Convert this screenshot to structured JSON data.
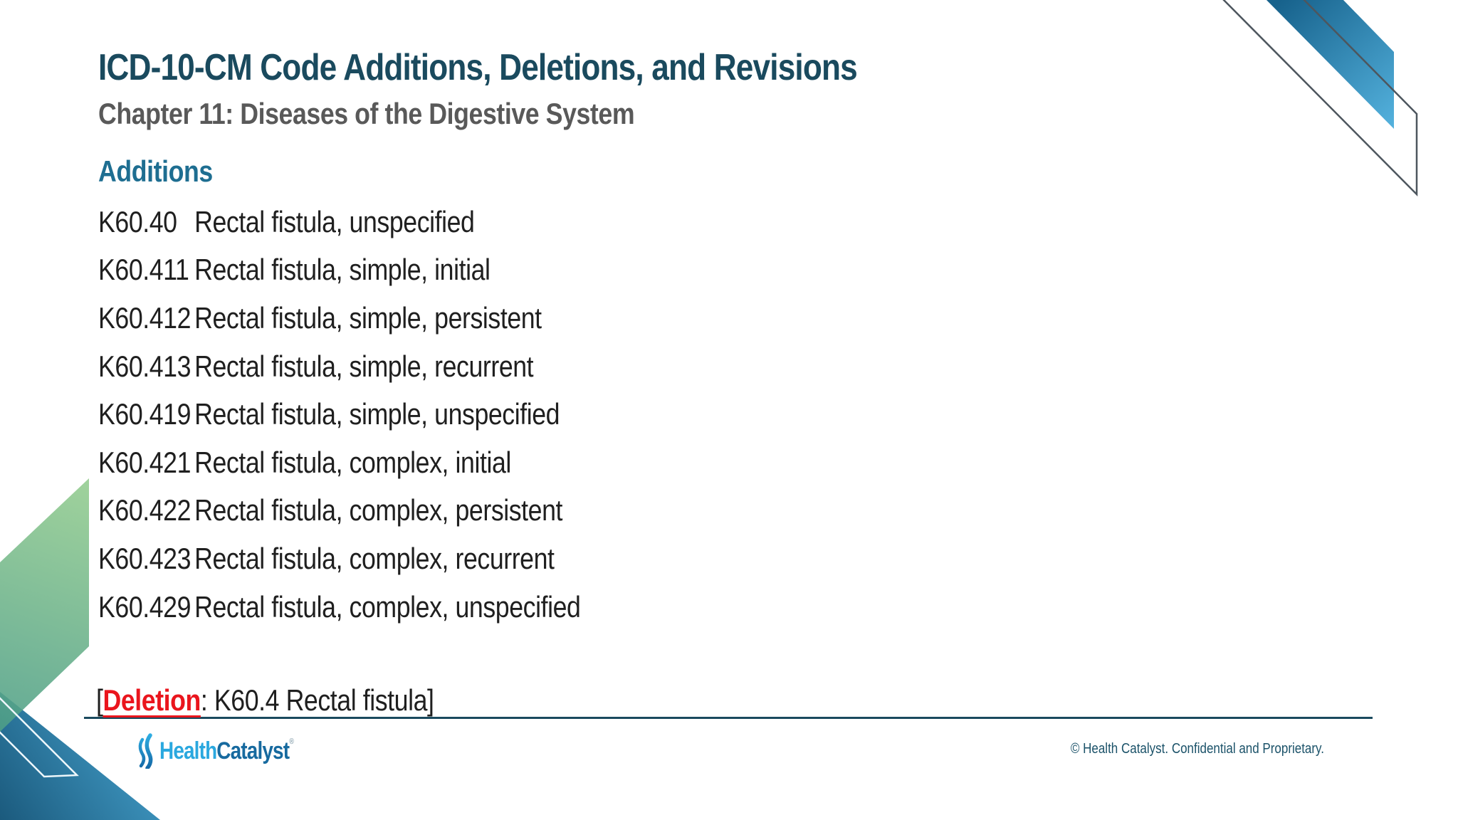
{
  "slide": {
    "title": "ICD-10-CM Code Additions, Deletions, and Revisions",
    "subtitle": "Chapter 11: Diseases of the Digestive System",
    "additions_heading": "Additions",
    "additions": [
      {
        "code": "K60.40",
        "desc": "Rectal fistula, unspecified"
      },
      {
        "code": "K60.411",
        "desc": "Rectal fistula, simple, initial"
      },
      {
        "code": "K60.412",
        "desc": "Rectal fistula, simple, persistent"
      },
      {
        "code": "K60.413",
        "desc": "Rectal fistula, simple, recurrent"
      },
      {
        "code": "K60.419",
        "desc": "Rectal fistula, simple, unspecified"
      },
      {
        "code": "K60.421",
        "desc": "Rectal fistula, complex, initial"
      },
      {
        "code": "K60.422",
        "desc": "Rectal fistula, complex, persistent"
      },
      {
        "code": "K60.423",
        "desc": "Rectal fistula, complex, recurrent"
      },
      {
        "code": "K60.429",
        "desc": "Rectal fistula, complex, unspecified"
      }
    ],
    "deletion_note": {
      "prefix": "[",
      "label": "Deletion",
      "rest": ": K60.4 Rectal fistula]"
    },
    "footer": {
      "logo_word1": "Health",
      "logo_word2": "Catalyst",
      "logo_mark": "®",
      "copyright": "© Health Catalyst. Confidential and Proprietary."
    },
    "colors": {
      "title_teal": "#1a4a5e",
      "subtitle_gray": "#595959",
      "heading_teal": "#1e6e91",
      "deletion_red": "#ea151d",
      "footer_line_teal": "#1a4a5e",
      "copyright_teal": "#1b5269",
      "logo_light_blue": "#2aa8df",
      "logo_dark_blue": "#176a9f",
      "band_blue_dark": "#17628c",
      "band_blue_light": "#54b2de",
      "green_light": "#93cc8e",
      "green_dark": "#4d9e87",
      "triangle_blue_dark": "#1b5a7d",
      "triangle_blue_light": "#47a5d1"
    }
  }
}
